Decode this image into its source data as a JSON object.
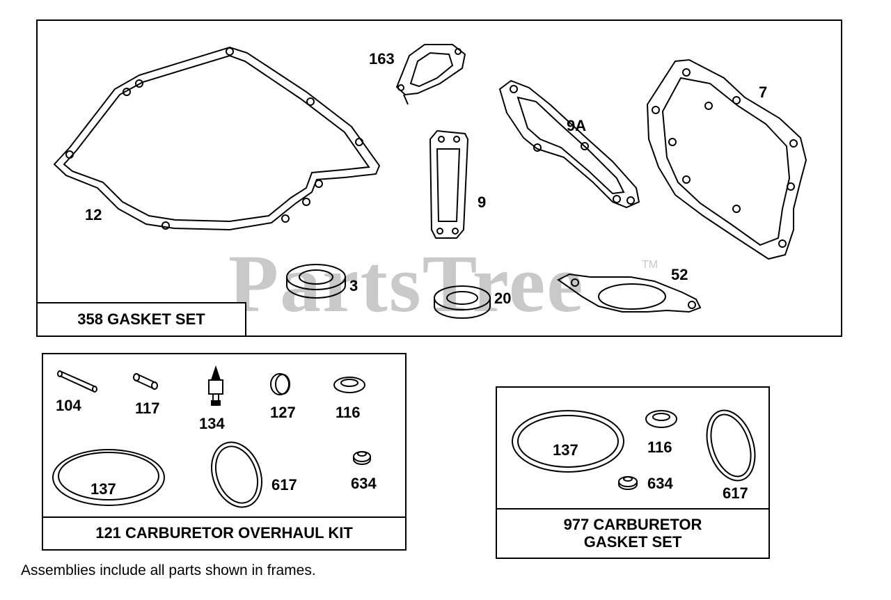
{
  "watermark": {
    "text": "PartsTree",
    "tm": "TM"
  },
  "gasket_set": {
    "title": "358 GASKET SET",
    "callouts": {
      "p163": "163",
      "p7": "7",
      "p9A": "9A",
      "p12": "12",
      "p9": "9",
      "p52": "52",
      "p3": "3",
      "p20": "20"
    }
  },
  "overhaul_kit": {
    "title": "121 CARBURETOR OVERHAUL KIT",
    "callouts": {
      "p104": "104",
      "p117": "117",
      "p134": "134",
      "p127": "127",
      "p116": "116",
      "p137": "137",
      "p617": "617",
      "p634": "634"
    }
  },
  "carb_gasket_set": {
    "title_line1": "977 CARBURETOR",
    "title_line2": "GASKET SET",
    "callouts": {
      "p137": "137",
      "p116": "116",
      "p634": "634",
      "p617": "617"
    }
  },
  "note": "Assemblies include all parts shown in frames."
}
